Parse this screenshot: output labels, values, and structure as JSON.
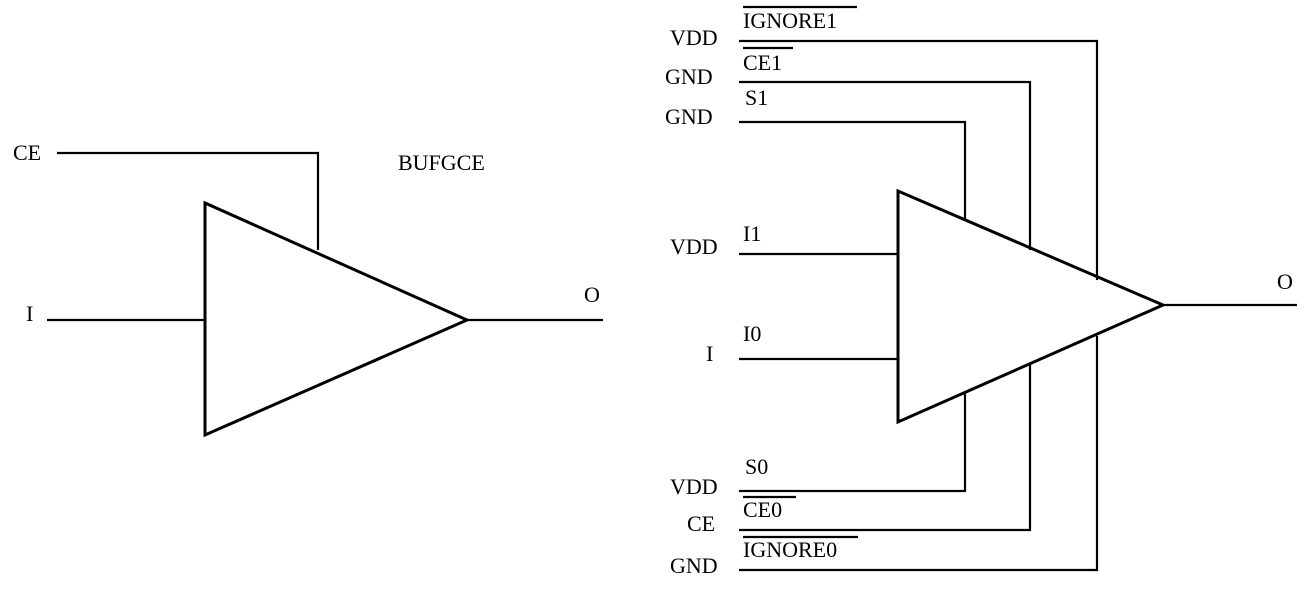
{
  "left": {
    "label": "BUFGCE",
    "pins": {
      "ce": "CE",
      "i": "I",
      "o": "O"
    }
  },
  "right": {
    "output": "O",
    "inputs": [
      {
        "id": "ignore1",
        "signal": "VDD",
        "pin": "IGNORE1"
      },
      {
        "id": "ce1",
        "signal": "GND",
        "pin": "CE1"
      },
      {
        "id": "s1",
        "signal": "GND",
        "pin": "S1"
      },
      {
        "id": "i1",
        "signal": "VDD",
        "pin": "I1"
      },
      {
        "id": "i0",
        "signal": "I",
        "pin": "I0"
      },
      {
        "id": "s0",
        "signal": "VDD",
        "pin": "S0"
      },
      {
        "id": "ce0",
        "signal": "CE",
        "pin": "CE0"
      },
      {
        "id": "ignore0",
        "signal": "GND",
        "pin": "IGNORE0"
      }
    ]
  }
}
